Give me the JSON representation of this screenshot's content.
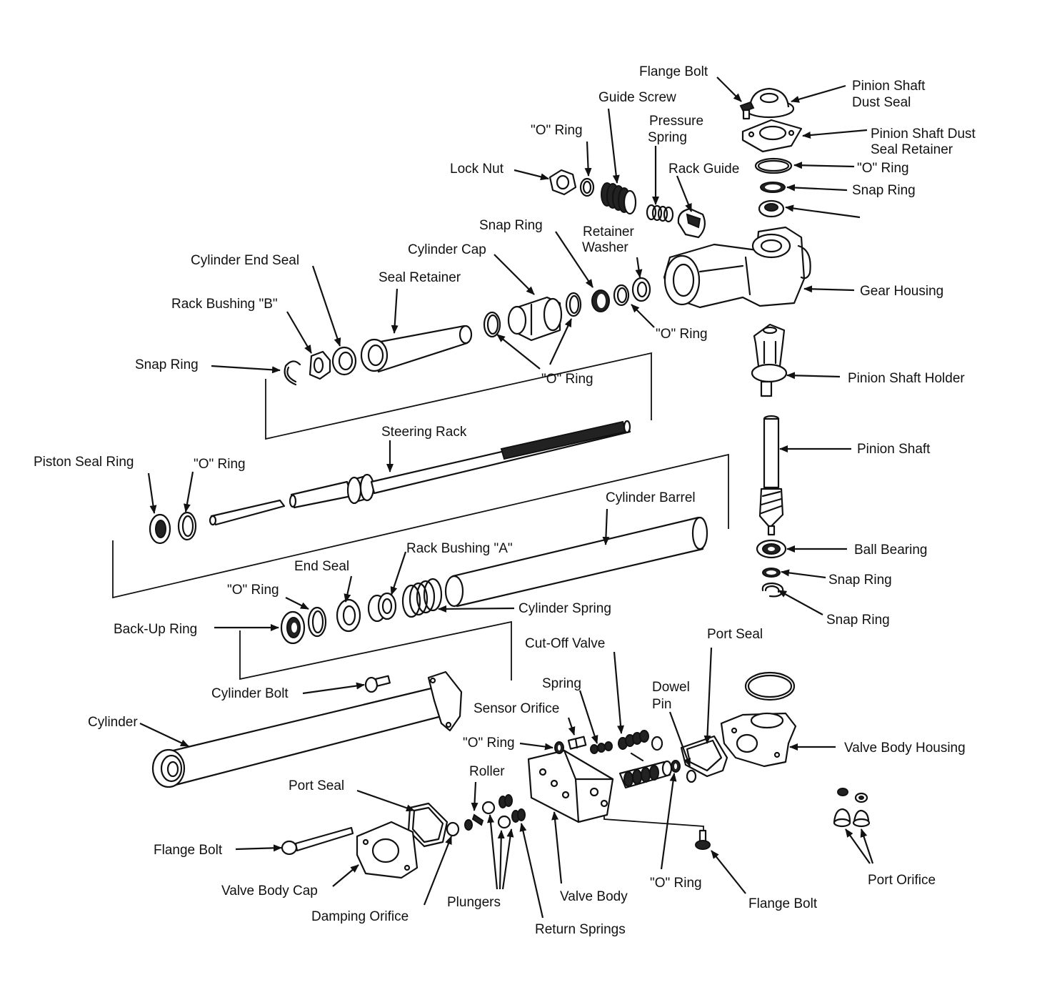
{
  "labels": {
    "flange_bolt_top": "Flange Bolt",
    "pinion_shaft_dust_seal_1": "Pinion Shaft",
    "pinion_shaft_dust_seal_2": "Dust Seal",
    "dust_seal_retainer_1": "Pinion Shaft Dust",
    "dust_seal_retainer_2": "Seal Retainer",
    "o_ring_pinion": "\"O\" Ring",
    "snap_ring_pinion": "Snap Ring",
    "guide_screw": "Guide Screw",
    "o_ring_guide": "\"O\" Ring",
    "pressure_spring_1": "Pressure",
    "pressure_spring_2": "Spring",
    "rack_guide": "Rack Guide",
    "lock_nut": "Lock Nut",
    "snap_ring_cap": "Snap Ring",
    "retainer_washer_1": "Retainer",
    "retainer_washer_2": "Washer",
    "cylinder_cap": "Cylinder Cap",
    "cylinder_end_seal": "Cylinder End Seal",
    "seal_retainer": "Seal Retainer",
    "rack_bushing_b": "Rack Bushing \"B\"",
    "gear_housing": "Gear Housing",
    "o_ring_housing": "\"O\" Ring",
    "snap_ring_left": "Snap Ring",
    "o_ring_cap": "\"O\" Ring",
    "pinion_shaft_holder": "Pinion Shaft Holder",
    "steering_rack": "Steering Rack",
    "pinion_shaft": "Pinion Shaft",
    "piston_seal_ring": "Piston Seal Ring",
    "o_ring_piston": "\"O\" Ring",
    "cylinder_barrel": "Cylinder Barrel",
    "rack_bushing_a": "Rack Bushing \"A\"",
    "end_seal": "End Seal",
    "ball_bearing": "Ball Bearing",
    "o_ring_end": "\"O\" Ring",
    "snap_ring_bearing_1": "Snap Ring",
    "cylinder_spring": "Cylinder Spring",
    "snap_ring_bearing_2": "Snap Ring",
    "back_up_ring": "Back-Up Ring",
    "port_seal_top": "Port Seal",
    "cut_off_valve": "Cut-Off Valve",
    "spring": "Spring",
    "dowel_pin_1": "Dowel",
    "dowel_pin_2": "Pin",
    "cylinder_bolt": "Cylinder Bolt",
    "sensor_orifice": "Sensor Orifice",
    "cylinder": "Cylinder",
    "o_ring_sensor": "\"O\" Ring",
    "valve_body_housing": "Valve Body Housing",
    "roller": "Roller",
    "port_seal_bottom": "Port Seal",
    "flange_bolt_left": "Flange Bolt",
    "port_orifice": "Port Orifice",
    "o_ring_valve": "\"O\" Ring",
    "valve_body_cap": "Valve Body Cap",
    "valve_body": "Valve Body",
    "plungers": "Plungers",
    "flange_bolt_bottom": "Flange Bolt",
    "damping_orifice": "Damping Orifice",
    "return_springs": "Return Springs"
  }
}
